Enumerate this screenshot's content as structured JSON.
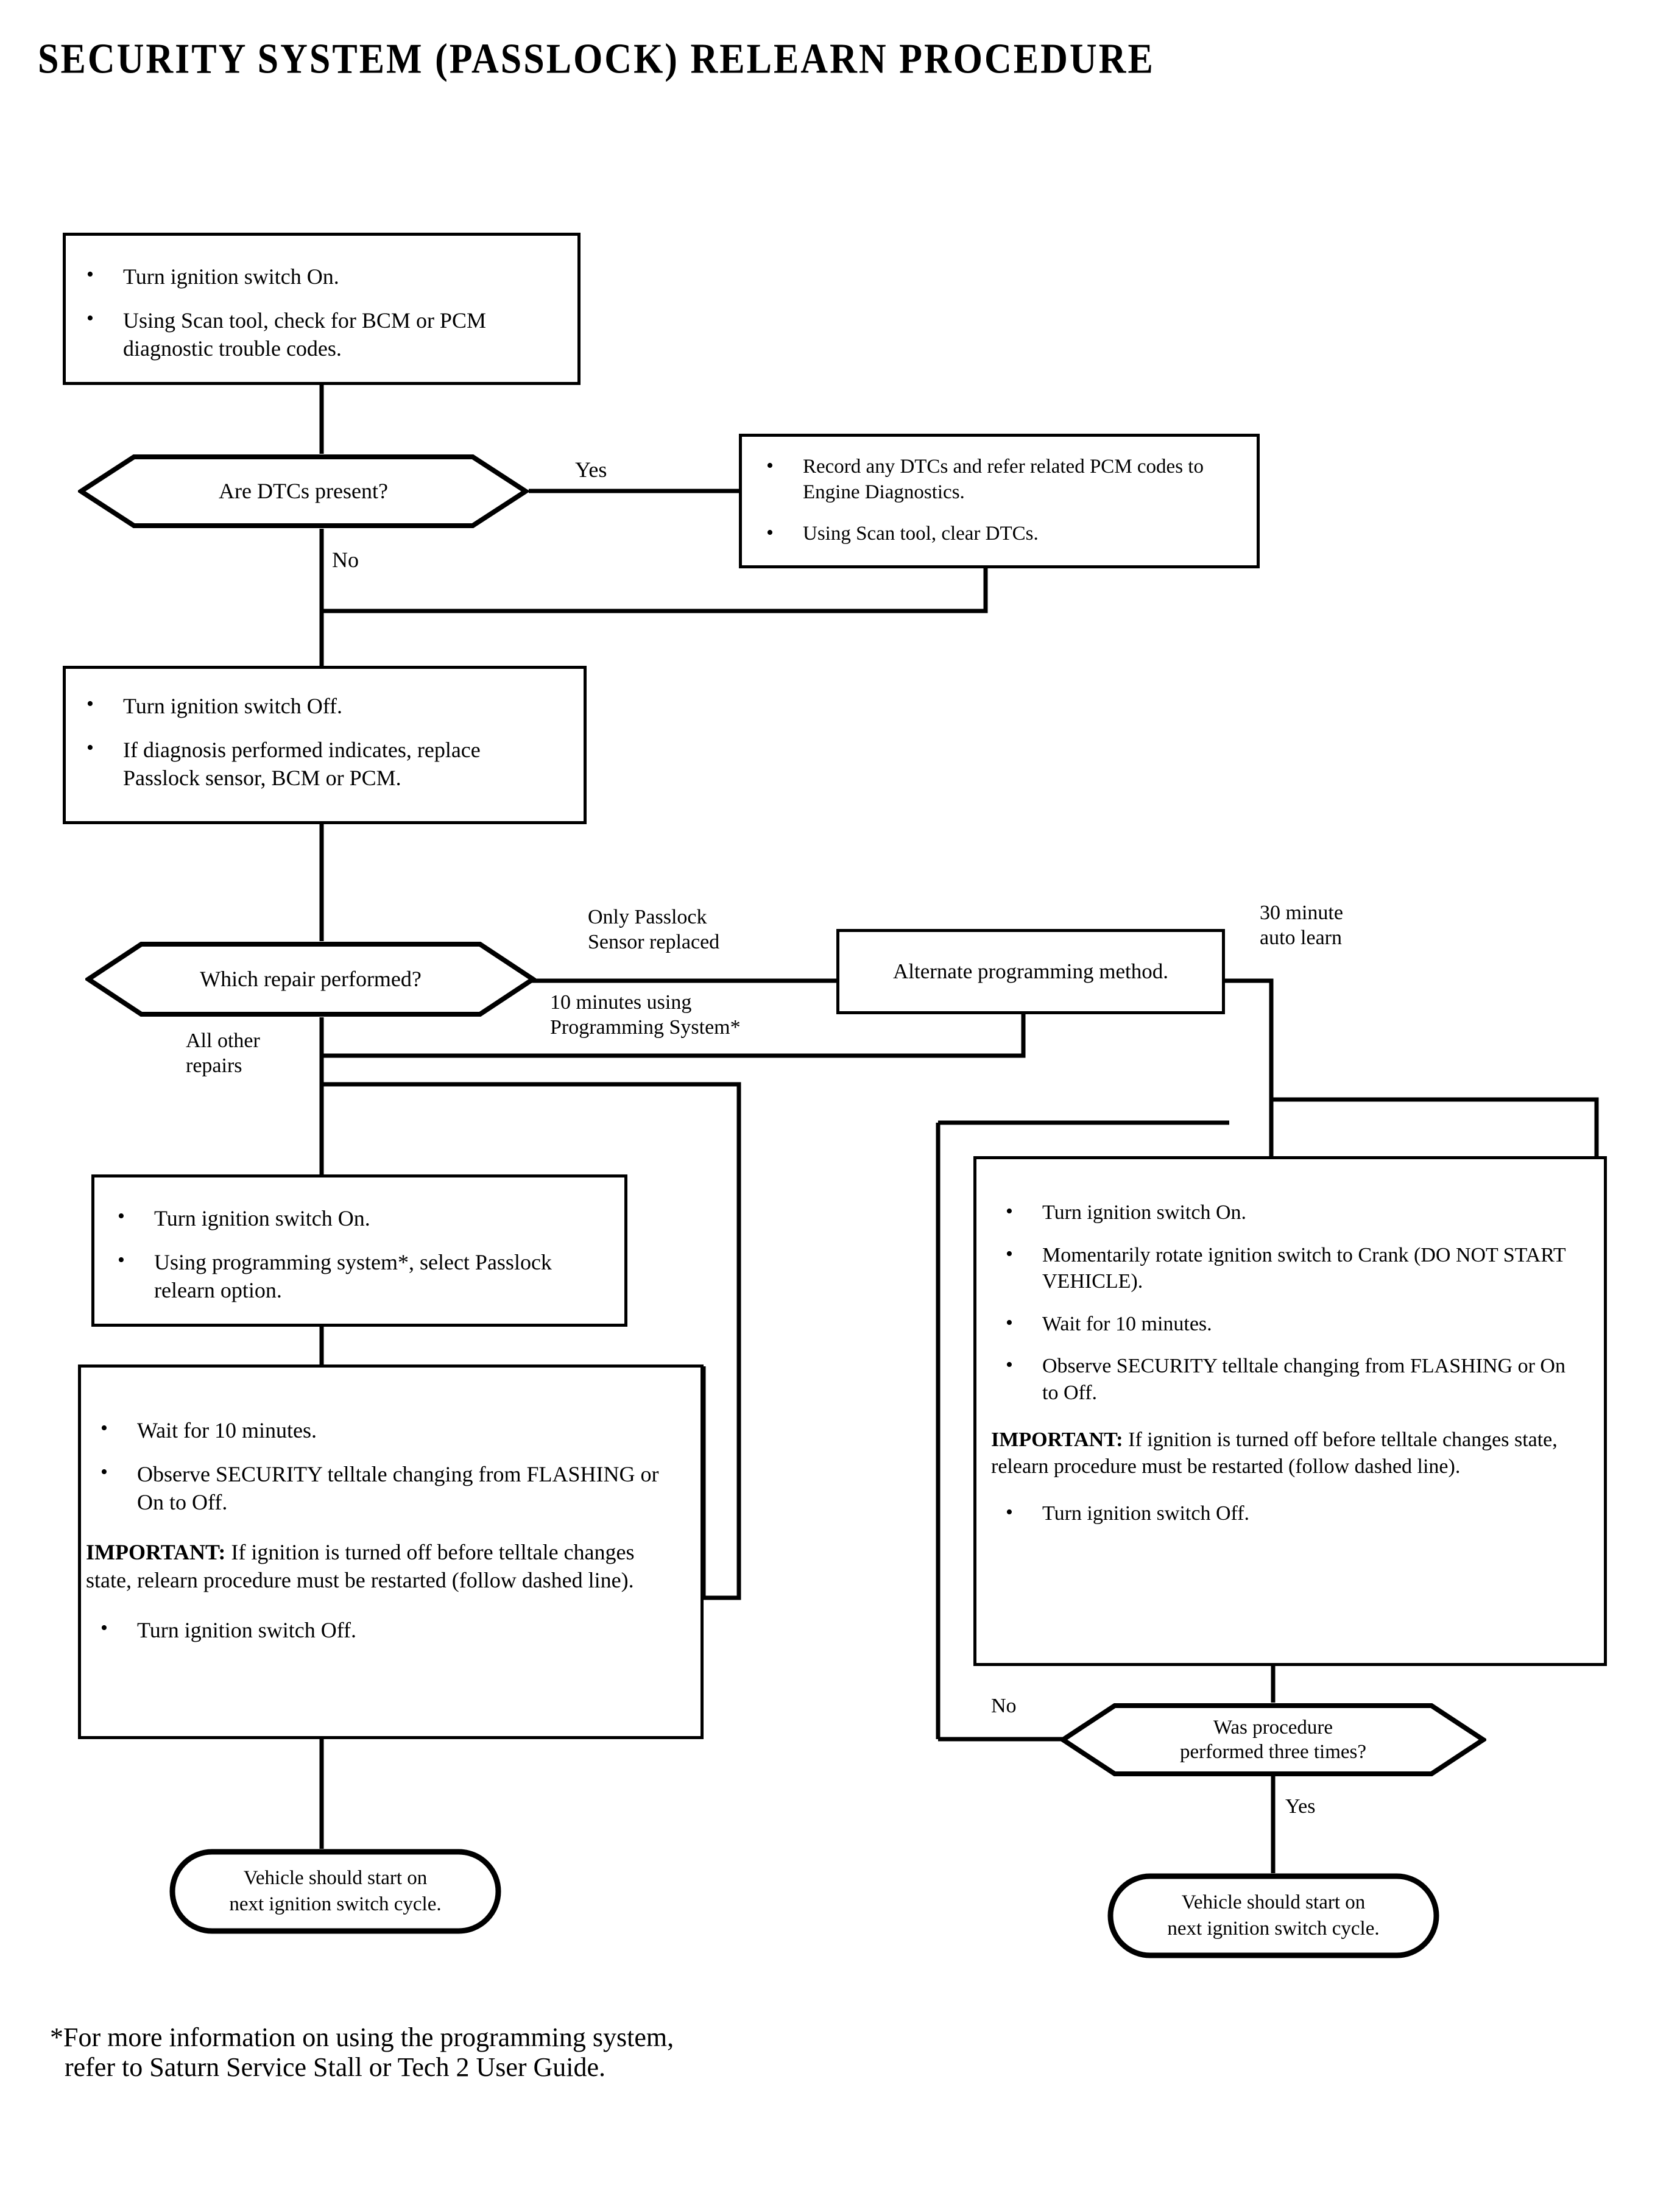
{
  "title": "SECURITY SYSTEM (PASSLOCK) RELEARN PROCEDURE",
  "colors": {
    "ink": "#000000",
    "paper": "#ffffff"
  },
  "nodes": {
    "start_check": {
      "type": "process",
      "bullets": [
        "Turn ignition switch On.",
        "Using Scan tool, check for BCM or PCM diagnostic trouble codes."
      ]
    },
    "dtc_decision": {
      "type": "decision",
      "text": "Are DTCs present?"
    },
    "record_dtcs": {
      "type": "process",
      "bullets": [
        "Record any DTCs and refer related PCM codes to Engine Diagnostics.",
        "Using Scan tool, clear DTCs."
      ]
    },
    "ignition_off": {
      "type": "process",
      "bullets": [
        "Turn ignition switch Off.",
        "If diagnosis performed indicates, replace Passlock sensor, BCM or PCM."
      ]
    },
    "which_repair": {
      "type": "decision",
      "text": "Which repair performed?"
    },
    "alternate_method": {
      "type": "process",
      "text": "Alternate programming method."
    },
    "prog_select": {
      "type": "process",
      "bullets": [
        "Turn ignition switch On.",
        "Using programming system*, select Passlock relearn option."
      ]
    },
    "prog_wait": {
      "type": "process",
      "bullets_before": [
        "Wait for 10 minutes.",
        "Observe SECURITY telltale changing from FLASHING or On to Off."
      ],
      "important_label": "IMPORTANT:",
      "important_text": " If ignition is turned off before telltale changes state, relearn procedure must be restarted (follow dashed line).",
      "bullets_after": [
        "Turn ignition switch Off."
      ]
    },
    "auto_learn": {
      "type": "process",
      "bullets_before": [
        "Turn ignition switch On.",
        "Momentarily rotate ignition switch to Crank (DO NOT START VEHICLE).",
        "Wait for 10 minutes.",
        "Observe SECURITY telltale changing from FLASHING or On to Off."
      ],
      "important_label": "IMPORTANT:",
      "important_text": " If ignition is turned off before telltale changes state, relearn procedure must be restarted (follow dashed line).",
      "bullets_after": [
        "Turn ignition switch Off."
      ]
    },
    "three_times": {
      "type": "decision",
      "line1": "Was procedure",
      "line2": "performed three times?"
    },
    "end_left": {
      "type": "terminator",
      "line1": "Vehicle should start on",
      "line2": "next ignition switch cycle."
    },
    "end_right": {
      "type": "terminator",
      "line1": "Vehicle should start on",
      "line2": "next ignition switch cycle."
    }
  },
  "edge_labels": {
    "dtc_yes": "Yes",
    "dtc_no": "No",
    "only_passlock": "Only Passlock\nSensor replaced",
    "ten_minutes": "10 minutes using\nProgramming System*",
    "all_other": "All other\nrepairs",
    "auto_learn_30": "30 minute\nauto learn",
    "three_no": "No",
    "three_yes": "Yes"
  },
  "footnote": {
    "line1": "*For more information on using the programming system,",
    "line2": "refer to Saturn Service Stall or Tech 2 User Guide."
  }
}
